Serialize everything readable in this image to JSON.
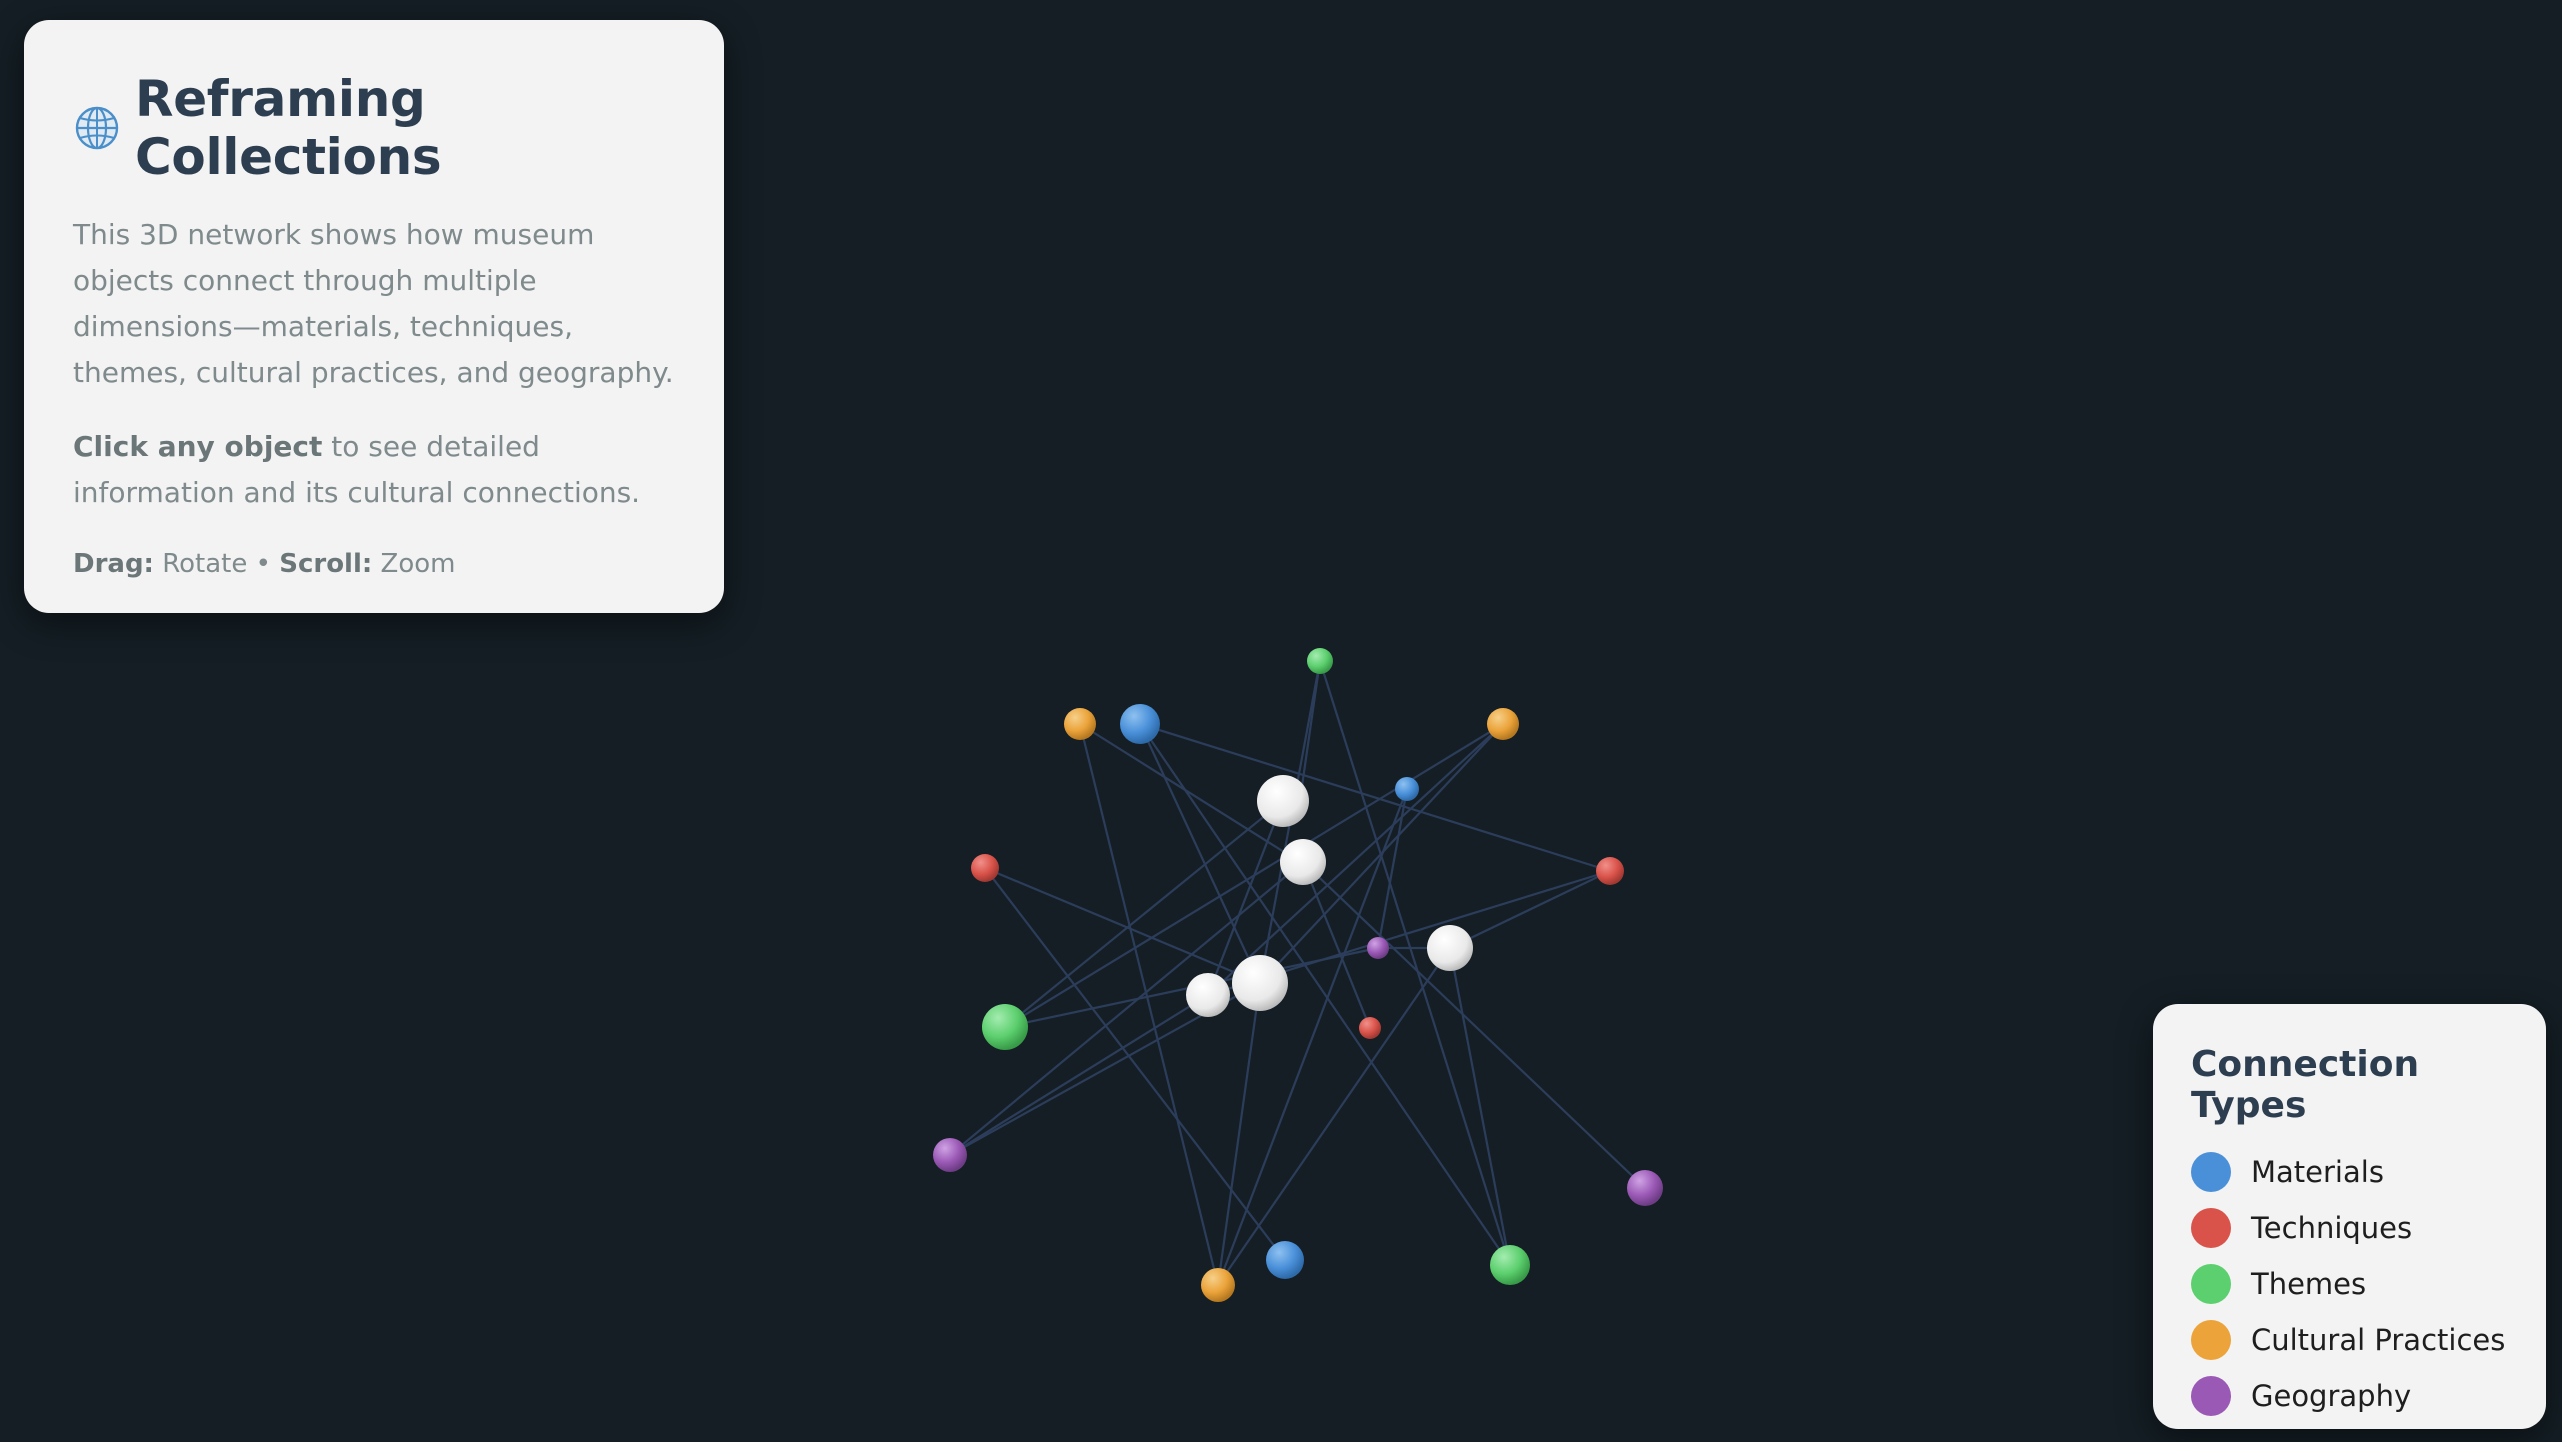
{
  "info": {
    "title": "Reframing Collections",
    "description": "This 3D network shows how museum objects connect through multiple dimensions—materials, techniques, themes, cultural practices, and geography.",
    "instruction_bold": "Click any object",
    "instruction_rest": " to see detailed information and its cultural connections.",
    "drag_label": "Drag:",
    "drag_action": " Rotate • ",
    "scroll_label": "Scroll:",
    "scroll_action": " Zoom"
  },
  "legend": {
    "title": "Connection Types",
    "items": [
      {
        "label": "Materials",
        "color": "#4a90d9"
      },
      {
        "label": "Techniques",
        "color": "#d9534a"
      },
      {
        "label": "Themes",
        "color": "#5ccf6e"
      },
      {
        "label": "Cultural Practices",
        "color": "#eba33a"
      },
      {
        "label": "Geography",
        "color": "#9b59b6"
      }
    ]
  },
  "colors": {
    "background": "#141e24",
    "panel": "#f3f3f3",
    "heading": "#2d3e50",
    "edge": "#2e3f5e",
    "object_node": "#ffffff"
  }
}
